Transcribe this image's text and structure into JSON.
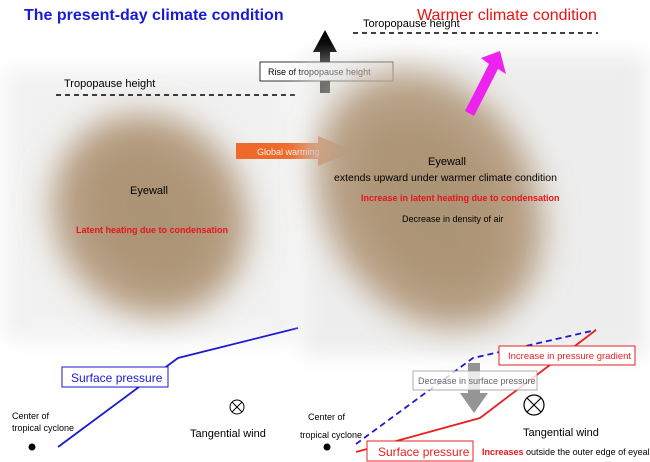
{
  "left": {
    "title": "The present-day climate condition",
    "tropopause_label": "Tropopause height",
    "eyewall_label": "Eyewall",
    "heating_label": "Latent heating due to condensation",
    "surface_pressure_label": "Surface pressure",
    "center_label_line1": "Center of",
    "center_label_line2": "tropical cyclone",
    "tangential_wind_label": "Tangential wind"
  },
  "middle": {
    "rise_label": "Rise of tropopause height",
    "warming_label": "Global warming"
  },
  "right": {
    "title": "Warmer climate condition",
    "tropopause_label": "Toropopause height",
    "eyewall_label": "Eyewall",
    "eyewall_subtitle": "extends upward under warmer climate condition",
    "heating_label": "Increase in latent heating due to condensation",
    "density_label": "Decrease in density of air",
    "gradient_label": "Increase in pressure gradient",
    "pressure_drop_label": "Decrease in surface pressure",
    "surface_pressure_label": "Surface pressure",
    "center_label_line1": "Center of",
    "center_label_line2": "tropical cyclone",
    "tangential_wind_label": "Tangential wind",
    "increases_word": "Increases",
    "increases_rest": " outside the outer edge of eyeall"
  },
  "colors": {
    "present_title": "#1a1adb",
    "warmer_title": "#ee1111",
    "eyewall_fill": "#b8a085",
    "warming_arrow": "#ef6a2a",
    "uplift_arrow": "#ee22ee",
    "heating_text": "#e8141c",
    "present_pressure_line": "#1a1ad0",
    "warmer_pressure_line": "#e82020",
    "pressure_drop_arrow": "#7a7a7a"
  }
}
